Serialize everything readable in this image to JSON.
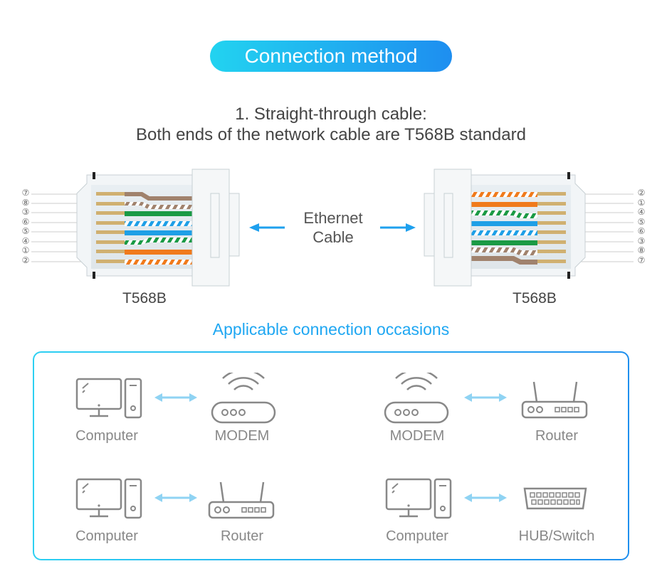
{
  "header": {
    "title": "Connection method"
  },
  "section1": {
    "line1": "1. Straight-through cable:",
    "line2": "Both ends of the network cable are T568B standard"
  },
  "diagram": {
    "center_label_line1": "Ethernet",
    "center_label_line2": "Cable",
    "left_standard": "T568B",
    "right_standard": "T568B",
    "left_pins": [
      "⑦",
      "⑧",
      "③",
      "⑥",
      "⑤",
      "④",
      "①",
      "②"
    ],
    "right_pins": [
      "②",
      "①",
      "④",
      "⑤",
      "⑥",
      "③",
      "⑧",
      "⑦"
    ],
    "colors": {
      "orange": "#f07a1c",
      "green": "#1a9a45",
      "blue": "#1e9fe6",
      "brown": "#a0826d",
      "gold": "#d0b070",
      "arrow": "#1ea0ee"
    }
  },
  "occasions": {
    "title": "Applicable connection occasions",
    "pairs": [
      {
        "left": "Computer",
        "right": "MODEM",
        "left_icon": "computer-icon",
        "right_icon": "modem-icon"
      },
      {
        "left": "MODEM",
        "right": "Router",
        "left_icon": "modem-icon",
        "right_icon": "router-icon"
      },
      {
        "left": "Computer",
        "right": "Router",
        "left_icon": "computer-icon",
        "right_icon": "router-icon"
      },
      {
        "left": "Computer",
        "right": "HUB/Switch",
        "left_icon": "computer-icon",
        "right_icon": "switch-icon"
      }
    ]
  }
}
